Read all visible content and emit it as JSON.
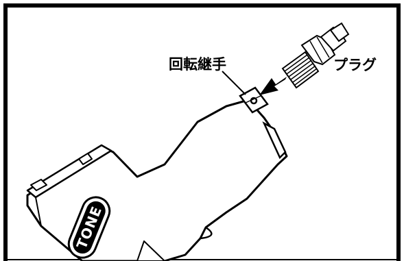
{
  "labels": {
    "swivel_joint": "回転継手",
    "plug": "プラグ"
  },
  "brand_logo": "TONE",
  "colors": {
    "line": "#000000",
    "fill": "#ffffff"
  },
  "icons": {
    "insertion_arrow": "arrow-left-down-icon"
  }
}
